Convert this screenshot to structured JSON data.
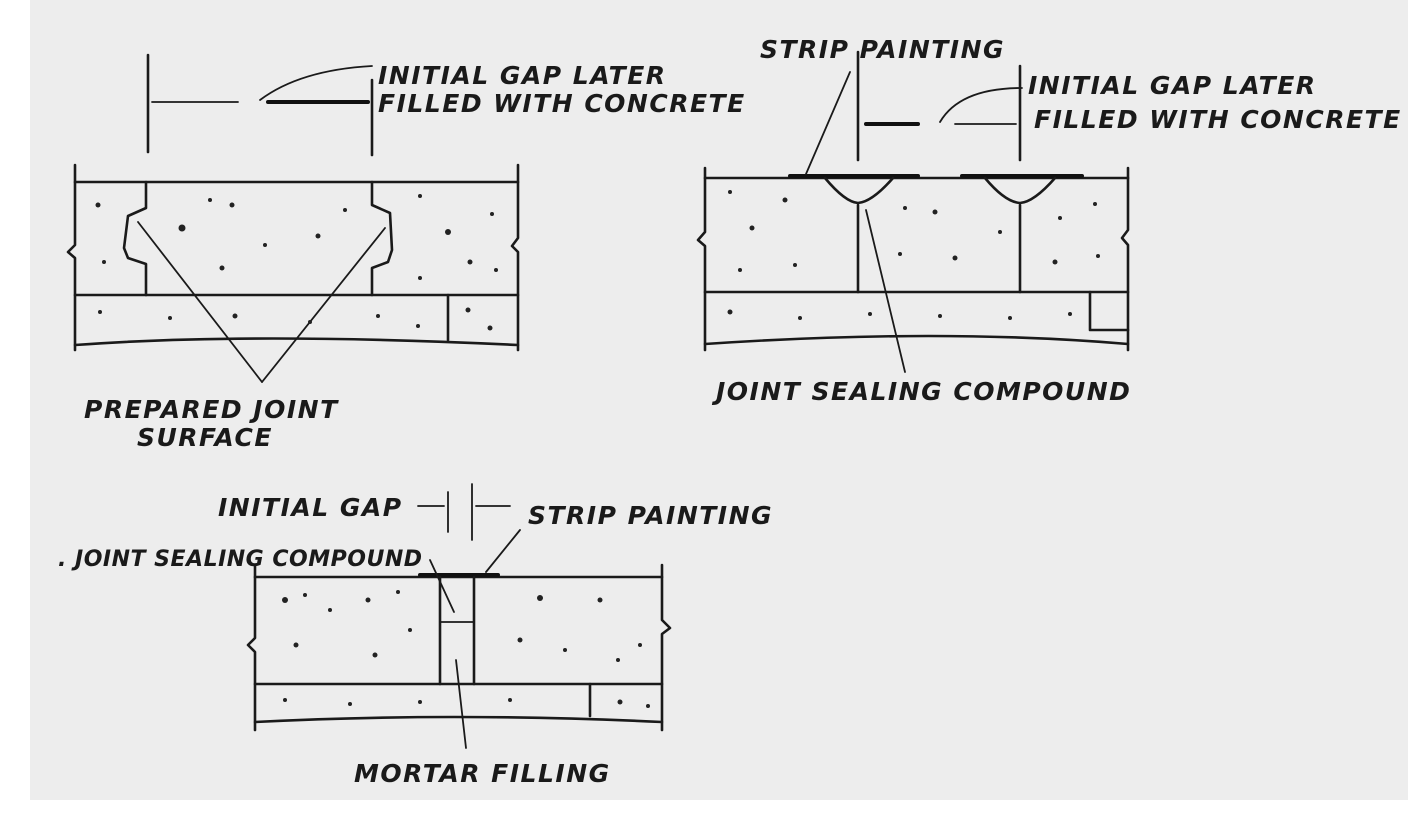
{
  "labels": {
    "d1_gap": "INITIAL GAP LATER",
    "d1_gap2": "FILLED WITH CONCRETE",
    "d1_surface": "PREPARED JOINT",
    "d1_surface2": "SURFACE",
    "d2_strip": "STRIP PAINTING",
    "d2_gap": "INITIAL GAP LATER",
    "d2_gap2": "FILLED WITH CONCRETE",
    "d2_sealing": "JOINT SEALING COMPOUND",
    "d3_gap": "INITIAL GAP",
    "d3_strip": "STRIP PAINTING",
    "d3_sealing": ". JOINT SEALING COMPOUND",
    "d3_mortar": "MORTAR FILLING"
  }
}
